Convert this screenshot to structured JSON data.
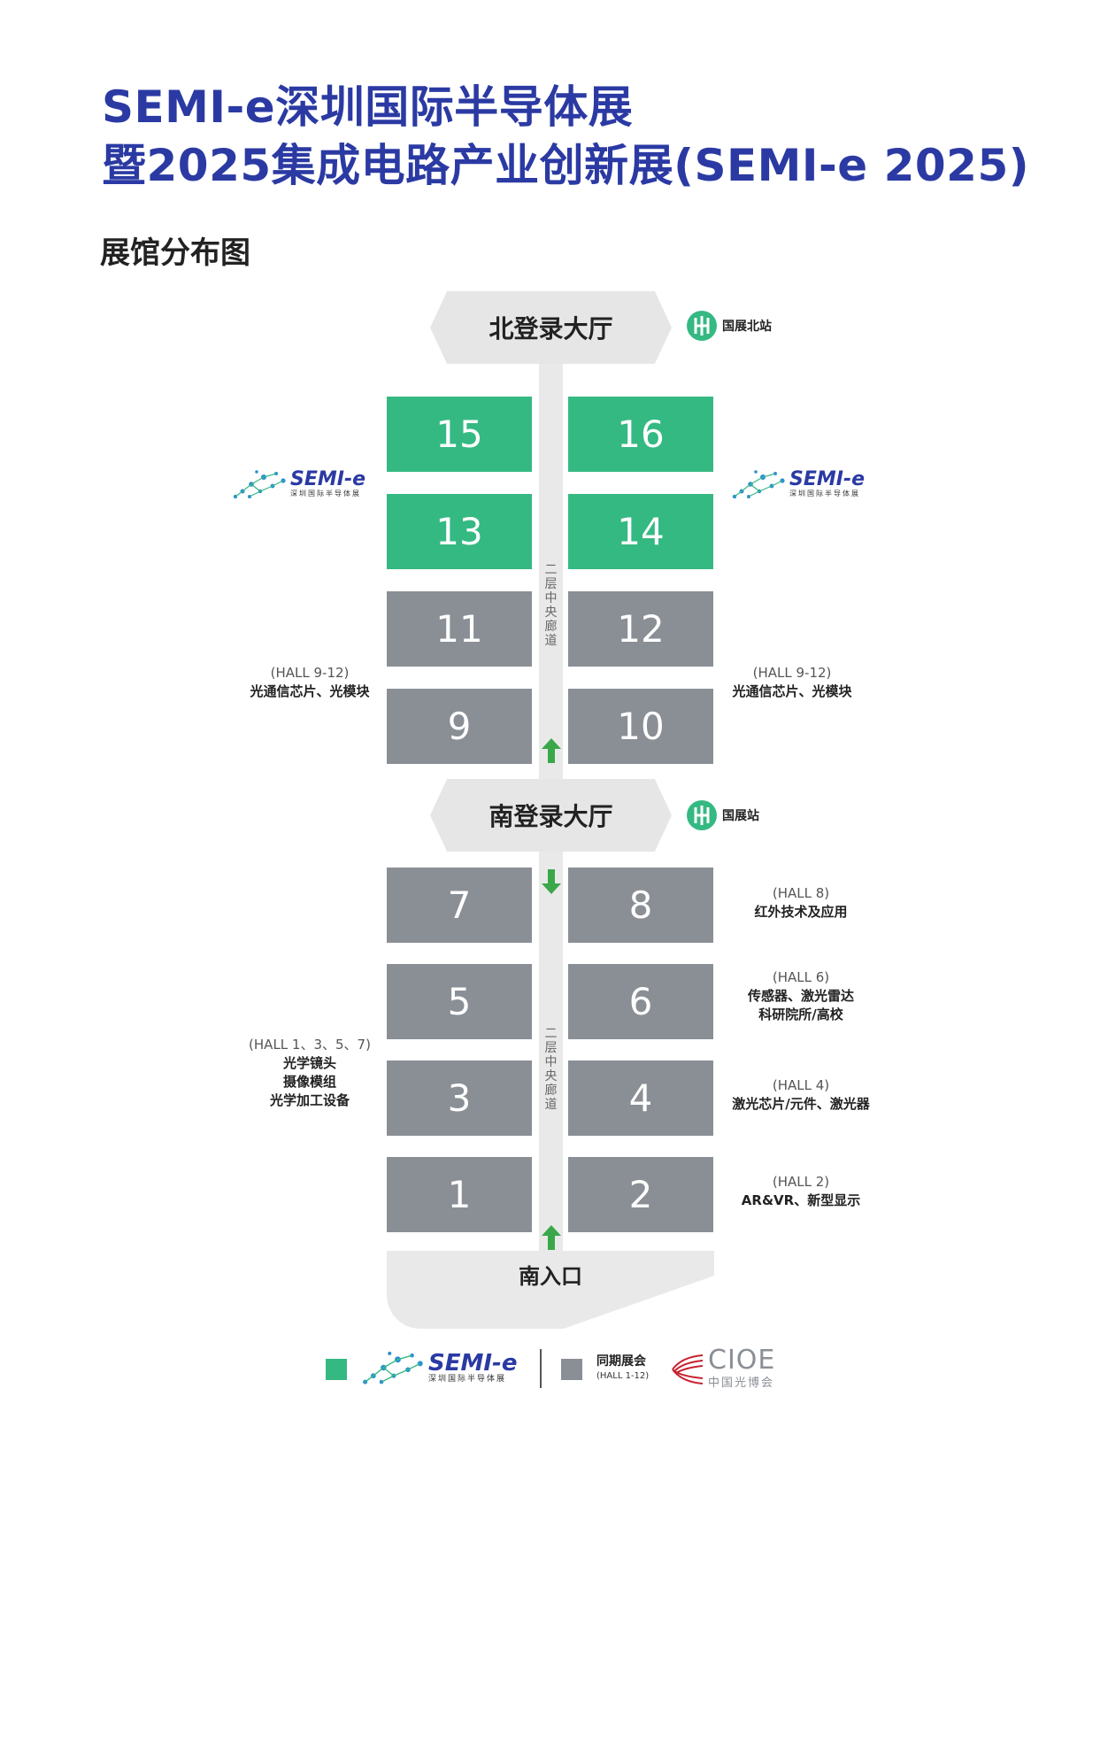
{
  "title_line1": "SEMI-e深圳国际半导体展",
  "title_line2": "暨2025集成电路产业创新展(SEMI-e 2025)",
  "subtitle": "展馆分布图",
  "north_lobby": "北登录大厅",
  "south_lobby": "南登录大厅",
  "south_entrance": "南入口",
  "corridor_label": "二层中央廊道",
  "station_north": "国展北站",
  "station_south": "国展站",
  "halls": {
    "h15": "15",
    "h16": "16",
    "h13": "13",
    "h14": "14",
    "h11": "11",
    "h12": "12",
    "h9": "9",
    "h10": "10",
    "h7": "7",
    "h8": "8",
    "h5": "5",
    "h6": "6",
    "h3": "3",
    "h4": "4",
    "h1": "1",
    "h2": "2"
  },
  "notes": {
    "left_9_12": {
      "code": "(HALL 9-12)",
      "desc": "光通信芯片、光模块"
    },
    "right_9_12": {
      "code": "(HALL 9-12)",
      "desc": "光通信芯片、光模块"
    },
    "hall8": {
      "code": "(HALL 8)",
      "desc": "红外技术及应用"
    },
    "hall6": {
      "code": "(HALL 6)",
      "desc1": "传感器、激光雷达",
      "desc2": "科研院所/高校"
    },
    "hall1357": {
      "code": "(HALL 1、3、5、7)",
      "desc1": "光学镜头",
      "desc2": "摄像模组",
      "desc3": "光学加工设备"
    },
    "hall4": {
      "code": "(HALL 4)",
      "desc": "激光芯片/元件、激光器"
    },
    "hall2": {
      "code": "(HALL 2)",
      "desc": "AR&VR、新型显示"
    }
  },
  "semi_logo": {
    "wordmark": "SEMI-e",
    "sub": "深圳国际半导体展"
  },
  "legend": {
    "concurrent_label": "同期展会",
    "concurrent_halls": "(HALL 1-12)",
    "cioe_name": "CIOE",
    "cioe_cn": "中国光博会"
  },
  "colors": {
    "semi_green": "#35b983",
    "concurrent_gray": "#8a8f96",
    "title_blue": "#2b3aa3",
    "cioe_red": "#c8202e"
  }
}
